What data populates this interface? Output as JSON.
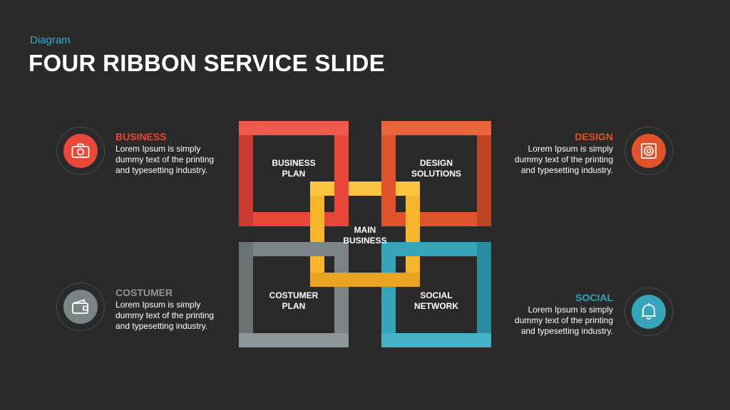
{
  "header": {
    "kicker": "Diagram",
    "title": "FOUR RIBBON SERVICE SLIDE"
  },
  "ribbons": {
    "business_plan": {
      "line1": "BUSINESS",
      "line2": "PLAN",
      "color": "#e8473a"
    },
    "design_solutions": {
      "line1": "DESIGN",
      "line2": "SOLUTIONS",
      "color": "#e0532c"
    },
    "costumer_plan": {
      "line1": "COSTUMER",
      "line2": "PLAN",
      "color": "#7c8487"
    },
    "social_network": {
      "line1": "SOCIAL",
      "line2": "NETWORK",
      "color": "#35a3b8"
    },
    "main_business": {
      "line1": "MAIN",
      "line2": "BUSINESS",
      "color": "#f7b52c"
    }
  },
  "sections": {
    "business": {
      "title": "BUSINESS",
      "text": [
        "Lorem Ipsum  is simply",
        "dummy text of the printing",
        "and typesetting industry."
      ],
      "color": "#e8473a",
      "icon": "camera-icon"
    },
    "costumer": {
      "title": "COSTUMER",
      "text": [
        "Lorem Ipsum  is simply",
        "dummy text of the printing",
        "and typesetting industry."
      ],
      "color": "#7c8487",
      "icon": "wallet-icon"
    },
    "design": {
      "title": "DESIGN",
      "text": [
        "Lorem Ipsum  is simply",
        "dummy text of the printing",
        "and typesetting industry."
      ],
      "color": "#e0532c",
      "icon": "speaker-icon"
    },
    "social": {
      "title": "SOCIAL",
      "text": [
        "Lorem Ipsum  is simply",
        "dummy text of the printing",
        "and typesetting industry."
      ],
      "color": "#35a3b8",
      "icon": "bell-icon"
    }
  }
}
